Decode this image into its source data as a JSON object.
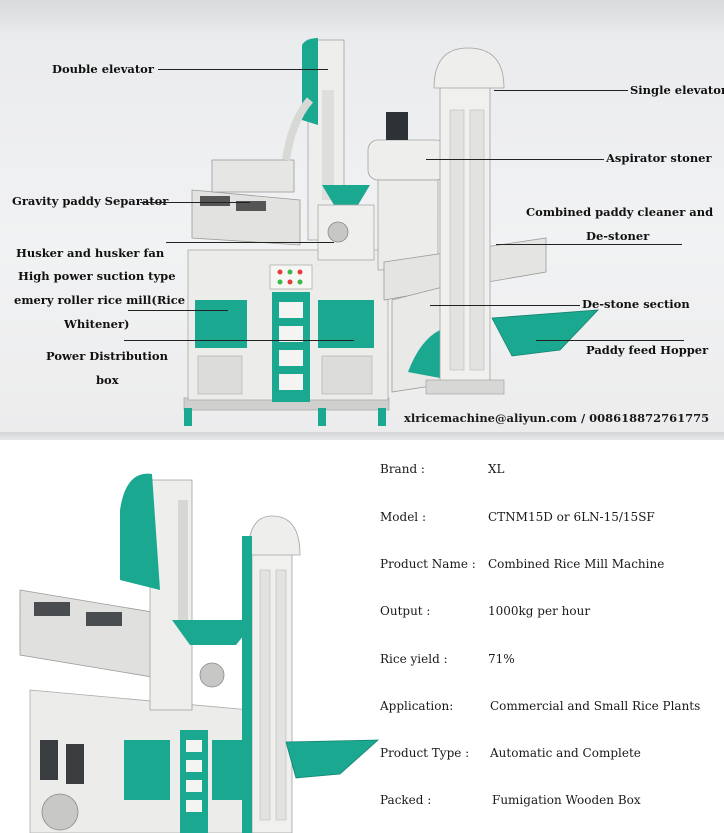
{
  "labels": {
    "double_elevator": "Double elevator",
    "single_elevator": "Single elevator",
    "aspirator_stoner": "Aspirator stoner",
    "gravity_separator": "Gravity paddy Separator",
    "combined_cleaner_1": "Combined paddy cleaner and",
    "combined_cleaner_2": "De-stoner",
    "husker": "Husker and husker fan",
    "suction_1": "High power suction type",
    "suction_2": "emery roller rice mill(Rice",
    "suction_3": "Whitener)",
    "destone_section": "De-stone section",
    "paddy_hopper": "Paddy feed Hopper",
    "power_1": "Power Distribution",
    "power_2": "box"
  },
  "contact": "xlricemachine@aliyun.com  /  008618872761775",
  "specs": [
    {
      "key": "Brand :",
      "value": "XL"
    },
    {
      "key": "Model :",
      "value": "CTNM15D or 6LN-15/15SF"
    },
    {
      "key": "Product Name :",
      "value": "Combined Rice Mill Machine"
    },
    {
      "key": "Output :",
      "value": "1000kg per hour"
    },
    {
      "key": "Rice yield :",
      "value": "71%"
    },
    {
      "key": "Application:",
      "value": "Commercial  and Small Rice Plants"
    },
    {
      "key": "Product Type :",
      "value": "Automatic and Complete"
    },
    {
      "key": "Packed :",
      "value": "Fumigation Wooden Box"
    }
  ],
  "colors": {
    "machine_teal": "#1aa890",
    "machine_white": "#eeeeec",
    "machine_frame": "#d7d8d6"
  }
}
